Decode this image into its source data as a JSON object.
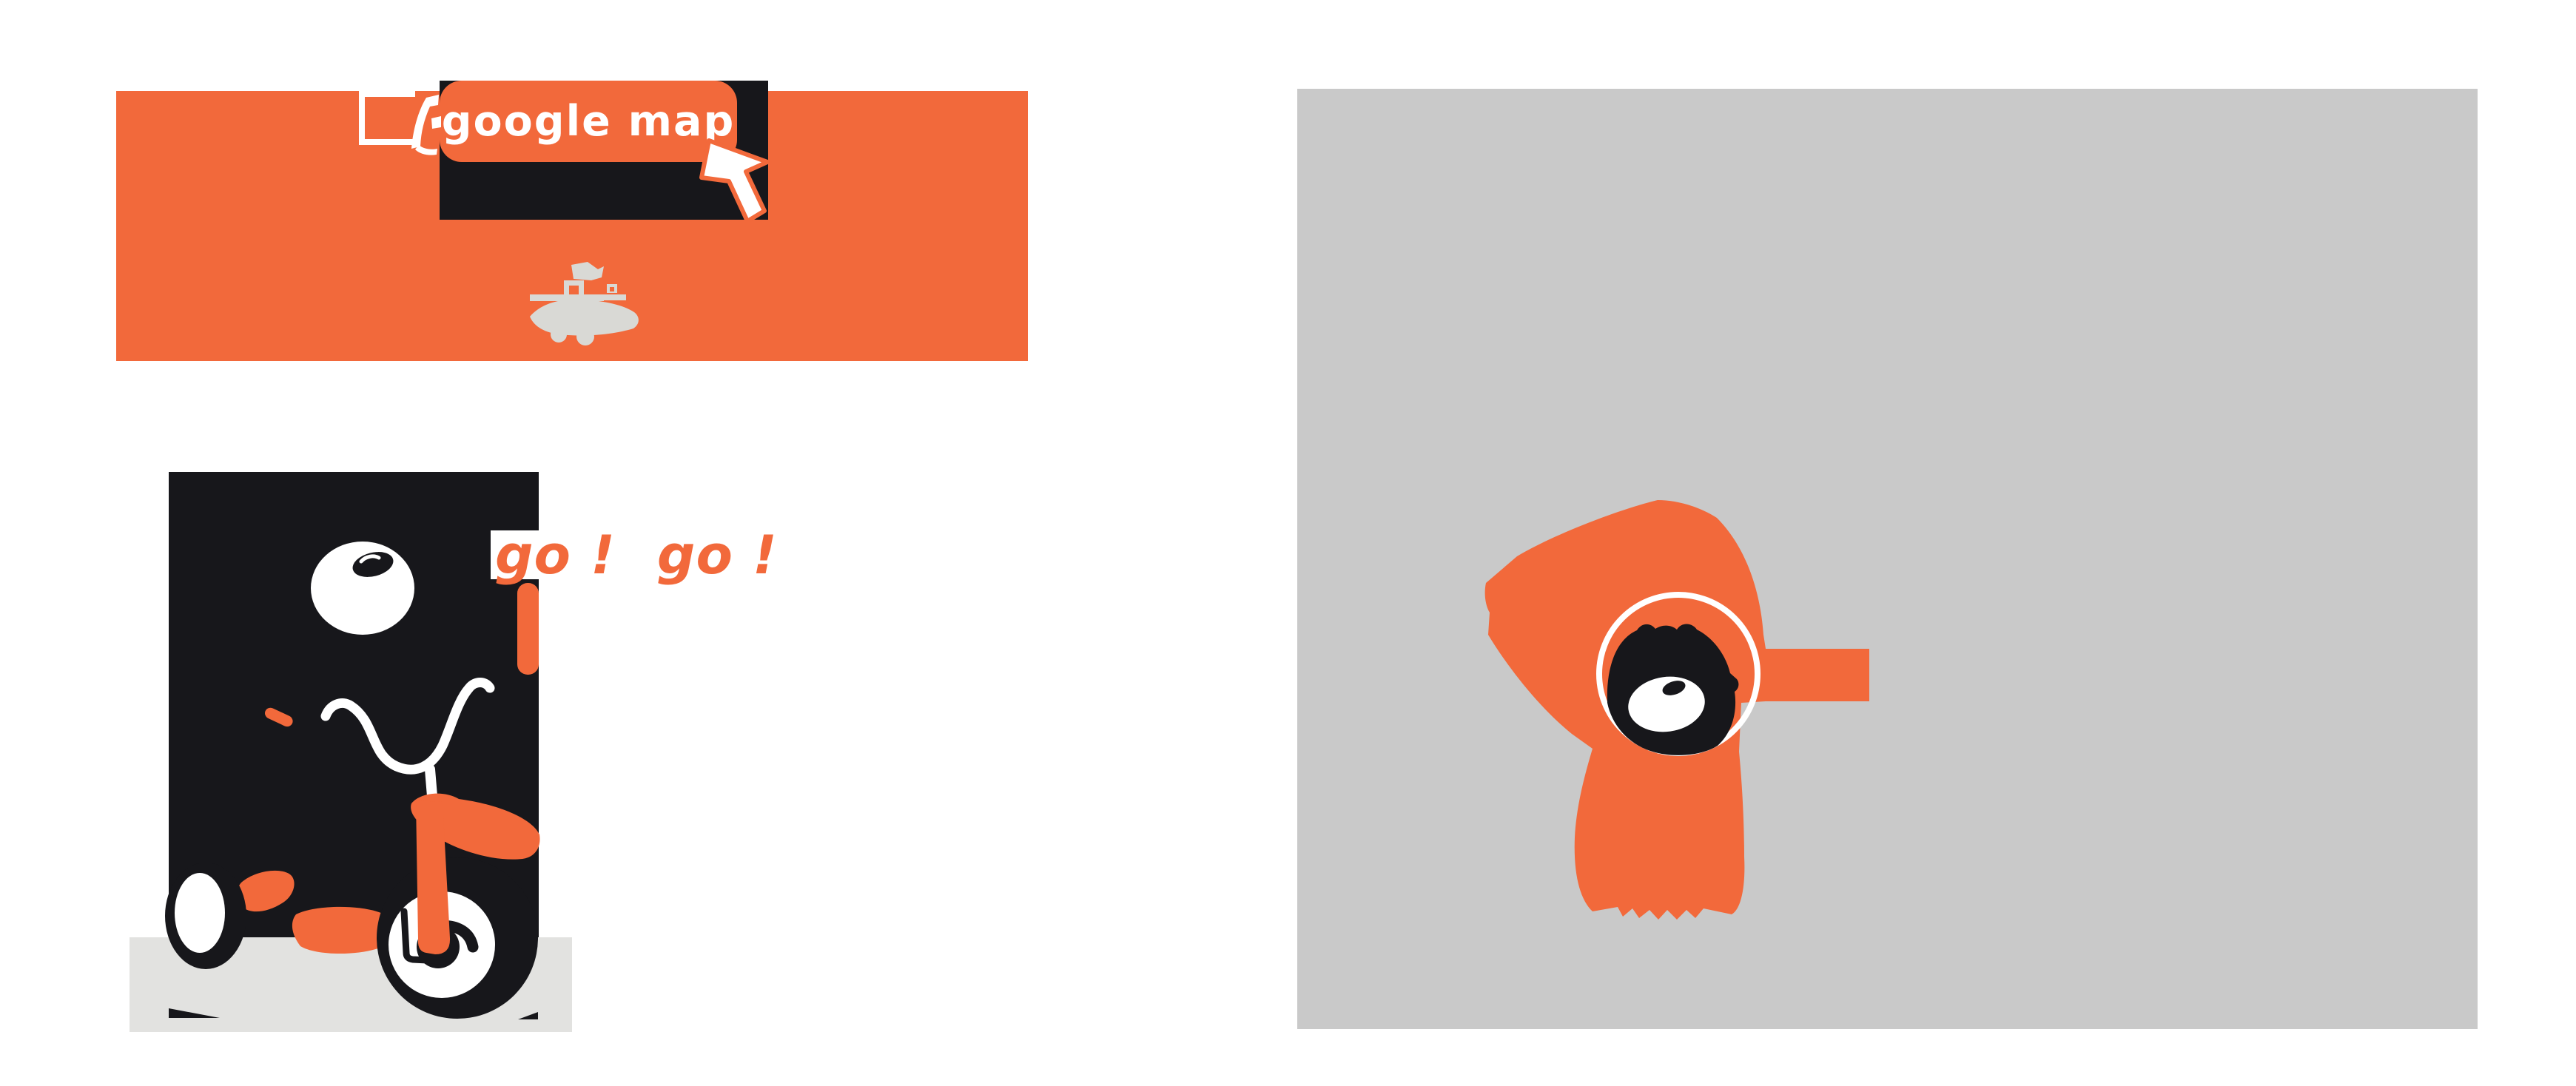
{
  "banner": {
    "button_label": "google map"
  },
  "cheer": {
    "first": "go !",
    "second": "go !"
  },
  "colors": {
    "orange": "#F2693B",
    "ink": "#17171B",
    "panel_gray": "#C9C9C9",
    "ground_gray": "#E2E2E0",
    "icon_gray": "#D9D9D5"
  },
  "icons": [
    "arrow-cursor-icon",
    "shop-cart-icon",
    "kanji-fragment-icon",
    "checkbox-frame-icon",
    "tricycle-bear-illustration",
    "hooded-bear-illustration"
  ]
}
